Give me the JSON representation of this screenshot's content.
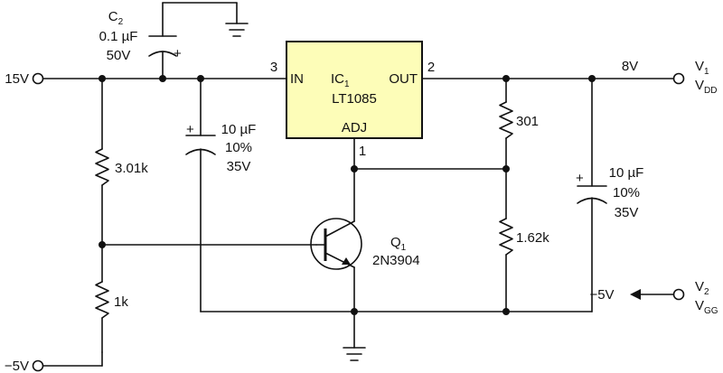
{
  "ic": {
    "name": "IC",
    "name_sub": "1",
    "part": "LT1085",
    "pin_in": "IN",
    "pin_out": "OUT",
    "pin_adj": "ADJ",
    "pin3": "3",
    "pin2": "2",
    "pin1": "1",
    "fill": "#fdfdb8"
  },
  "inputs": {
    "v15": "15V",
    "vneg5": "−5V"
  },
  "c2": {
    "name": "C",
    "name_sub": "2",
    "value": "0.1 µF",
    "voltage": "50V",
    "polarity": "+"
  },
  "c_in": {
    "polarity": "+",
    "value": "10 µF",
    "tolerance": "10%",
    "voltage": "35V"
  },
  "c_out": {
    "polarity": "+",
    "value": "10 µF",
    "tolerance": "10%",
    "voltage": "35V"
  },
  "resistors": {
    "r1": "3.01k",
    "r2": "1k",
    "r3": "301",
    "r4": "1.62k"
  },
  "q1": {
    "name": "Q",
    "name_sub": "1",
    "part": "2N3904"
  },
  "outputs": {
    "v1_value": "8V",
    "v1_name": "V",
    "v1_sub": "1",
    "v1_alias": "V",
    "v1_alias_sub": "DD",
    "v2_value": "−5V",
    "v2_name": "V",
    "v2_sub": "2",
    "v2_alias": "V",
    "v2_alias_sub": "GG"
  },
  "icons": [
    "ground-symbol",
    "npn-transistor-symbol",
    "resistor-symbol",
    "capacitor-symbol",
    "arrow-symbol"
  ]
}
